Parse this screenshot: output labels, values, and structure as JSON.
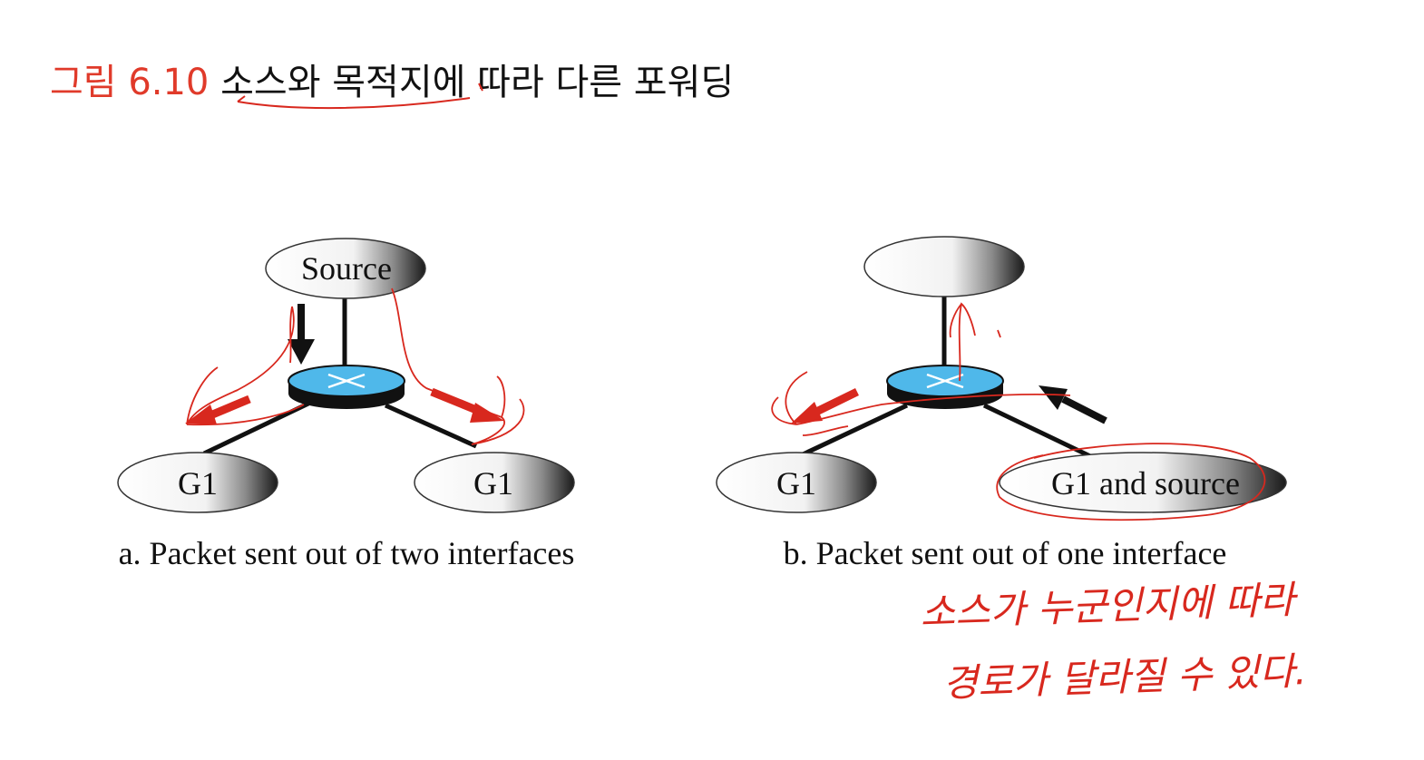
{
  "title": {
    "figure_label": "그림 6.10",
    "text": "소스와 목적지에 따라 다른 포워딩"
  },
  "panel_a": {
    "source_label": "Source",
    "left_host_label": "G1",
    "right_host_label": "G1",
    "caption": "a. Packet sent out of two interfaces"
  },
  "panel_b": {
    "top_host_label": "",
    "left_host_label": "G1",
    "right_host_label": "G1 and source",
    "caption": "b. Packet sent out of one interface"
  },
  "handwritten_note": {
    "line1": "소스가 누군인지에 따라",
    "line2": "경로가 달라질 수 있다."
  },
  "colors": {
    "annotation_red": "#d8281e",
    "router_blue": "#4fb8ea",
    "arrow_black": "#111111"
  },
  "icons": {
    "router": "router-icon",
    "packet_arrow": "arrow-icon"
  }
}
